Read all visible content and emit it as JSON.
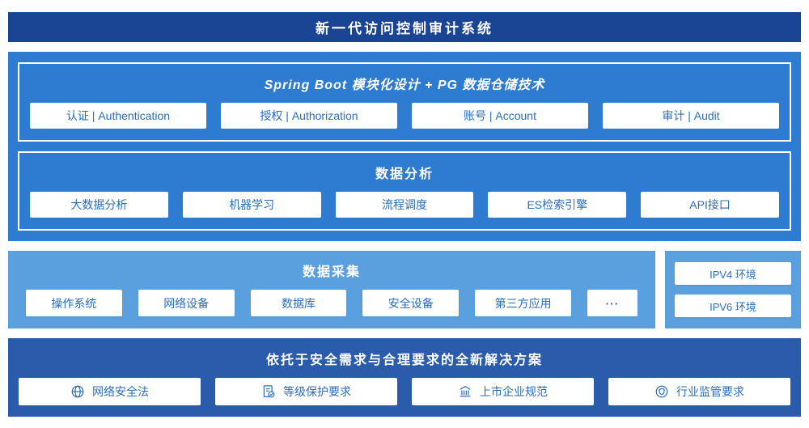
{
  "header": {
    "title": "新一代访问控制审计系统"
  },
  "platform": {
    "modules": {
      "title": "Spring Boot 模块化设计 + PG 数据仓储技术",
      "items": [
        "认证 | Authentication",
        "授权 | Authorization",
        "账号 | Account",
        "审计 | Audit"
      ]
    },
    "analysis": {
      "title": "数据分析",
      "items": [
        "大数据分析",
        "机器学习",
        "流程调度",
        "ES检索引擎",
        "API接口"
      ]
    }
  },
  "collection": {
    "title": "数据采集",
    "items": [
      "操作系统",
      "网络设备",
      "数据库",
      "安全设备",
      "第三方应用",
      "···"
    ]
  },
  "environment": {
    "items": [
      "IPV4 环境",
      "IPV6 环境"
    ]
  },
  "solution": {
    "title": "依托于安全需求与合理要求的全新解决方案",
    "items": [
      {
        "icon": "globe-icon",
        "label": "网络安全法"
      },
      {
        "icon": "document-check-icon",
        "label": "等级保护要求"
      },
      {
        "icon": "building-icon",
        "label": "上市企业规范"
      },
      {
        "icon": "badge-shield-icon",
        "label": "行业监管要求"
      }
    ]
  },
  "colors": {
    "banner_bg": "#1a4494",
    "platform_bg": "#2e7cd2",
    "collection_bg": "#5ba0de",
    "solution_bg": "#2b5cab",
    "box_text": "#2a6db8"
  }
}
